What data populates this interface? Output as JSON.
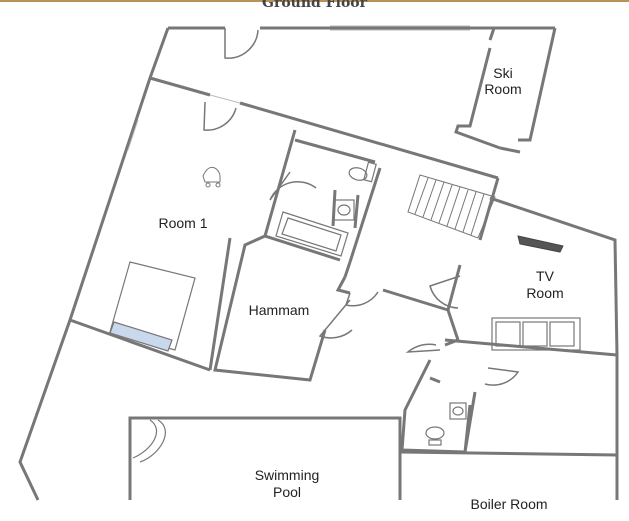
{
  "heading": "Ground Floor",
  "rooms": {
    "ski": [
      "Ski",
      "Room"
    ],
    "room1": "Room 1",
    "hammam": "Hammam",
    "tv": [
      "TV",
      "Room"
    ],
    "pool": [
      "Swimming",
      "Pool"
    ],
    "boiler": "Boiler Room"
  },
  "colors": {
    "accent_rule": "#b8925a",
    "wall": "#777777",
    "bed_pillow": "#c9d8ec"
  },
  "icons": [
    "toilet-icon",
    "sink-icon",
    "bathtub-icon",
    "stairs-icon",
    "sofa-icon",
    "tv-icon",
    "bed-icon",
    "pram-icon",
    "pool-ladder-icon"
  ]
}
